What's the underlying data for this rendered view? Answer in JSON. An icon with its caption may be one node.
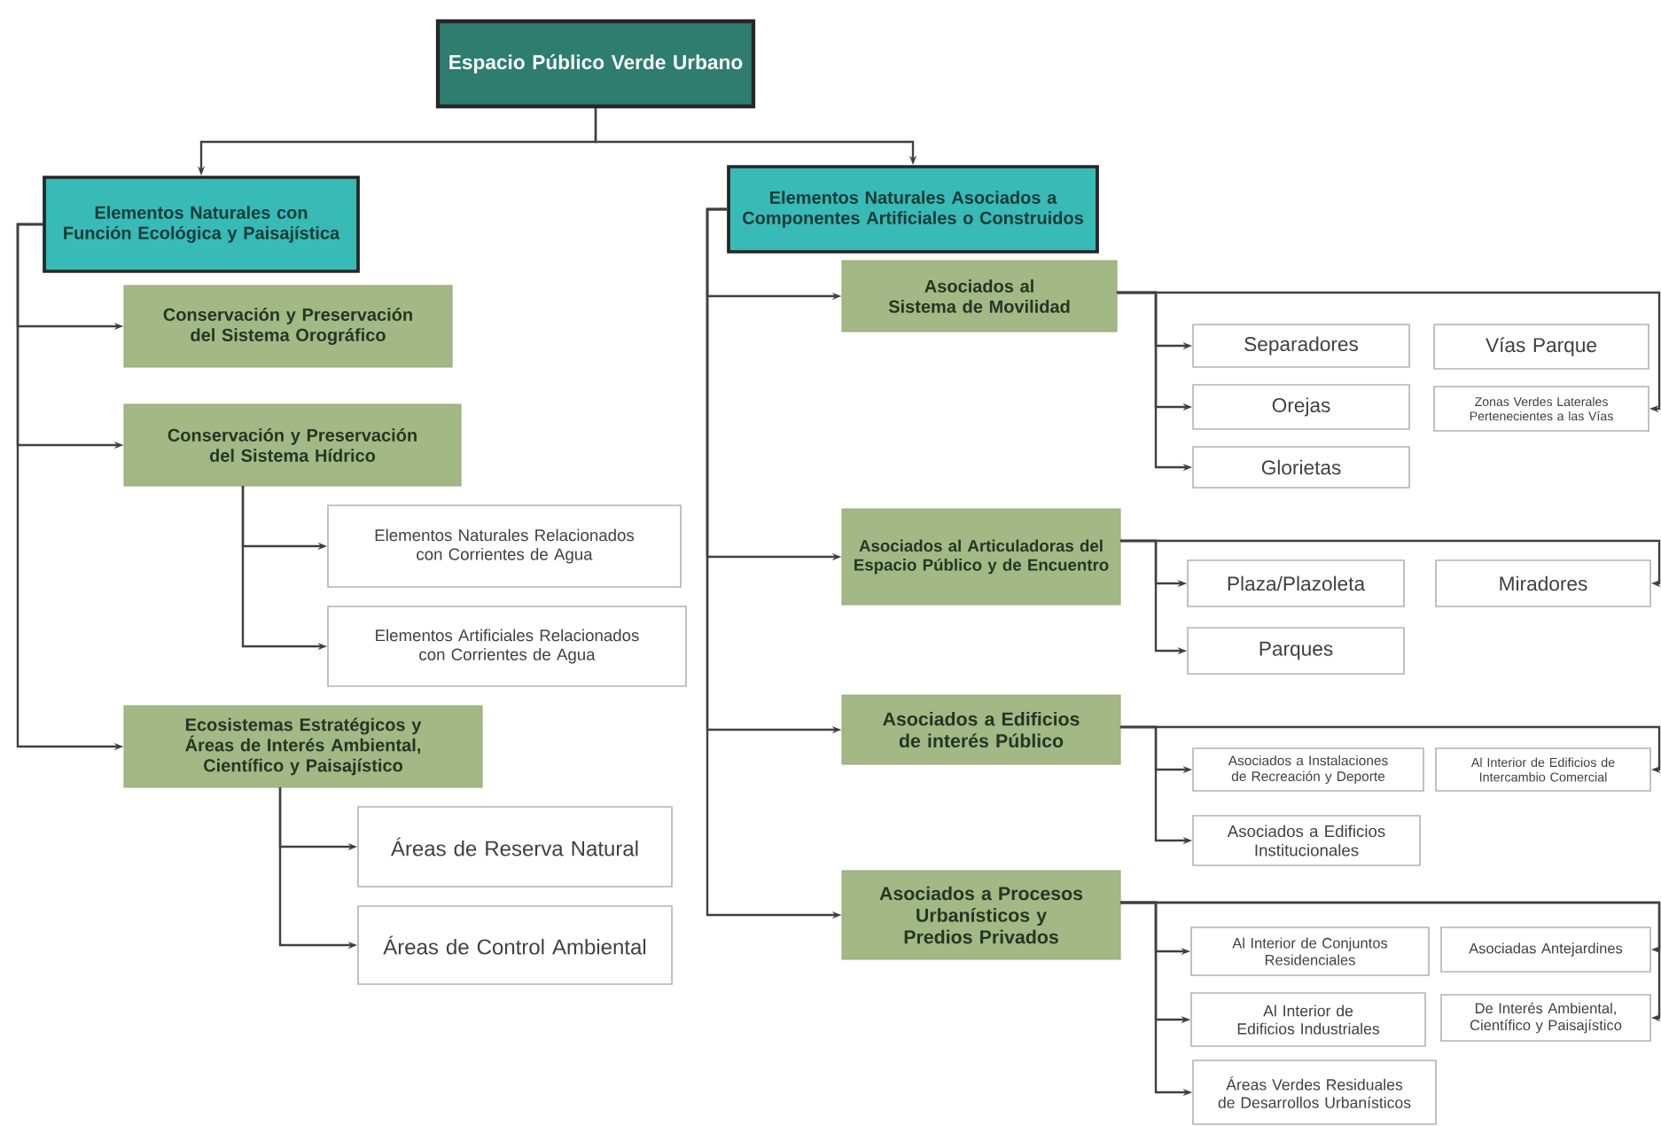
{
  "diagram": {
    "nodes": [
      {
        "text": [
          "Espacio Público Verde Urbano"
        ]
      },
      {
        "text": [
          "Elementos Naturales con Función Ecológica y Paisajística"
        ]
      },
      {
        "text": [
          "Elementos Naturales Asociados a Componentes Artificiales o Construidos"
        ]
      },
      {
        "text": [
          "Conservación y Preservación del Sistema Orográfico"
        ]
      },
      {
        "text": [
          "Conservación y Preservación del Sistema Hídrico"
        ]
      },
      {
        "text": [
          "Elementos Naturales Relacionados con Corrientes de Agua"
        ]
      },
      {
        "text": [
          "Elementos Artificiales Relacionados con Corrientes de Agua"
        ]
      },
      {
        "text": [
          "Ecosistemas Estratégicos y Áreas de Interés Ambiental, Científico y Paisajístico"
        ]
      },
      {
        "text": [
          "Áreas de Reserva Natural"
        ]
      },
      {
        "text": [
          "Áreas de Control Ambiental"
        ]
      },
      {
        "text": [
          "Asociados al Sistema de Movilidad"
        ]
      },
      {
        "text": [
          "Separadores"
        ]
      },
      {
        "text": [
          "Vías Parque"
        ]
      },
      {
        "text": [
          "Orejas"
        ]
      },
      {
        "text": [
          "Zonas Verdes Laterales Pertenecientes a las Vías"
        ]
      },
      {
        "text": [
          "Glorietas"
        ]
      },
      {
        "text": [
          "Asociados al Articuladoras del Espacio Público y de Encuentro"
        ]
      },
      {
        "text": [
          "Plaza/Plazoleta"
        ]
      },
      {
        "text": [
          "Miradores"
        ]
      },
      {
        "text": [
          "Parques"
        ]
      },
      {
        "text": [
          "Asociados a Edificios de interés Público"
        ]
      },
      {
        "text": [
          "Asociados a Instalaciones de Recreación y Deporte"
        ]
      },
      {
        "text": [
          "Al Interior de Edificios de Intercambio Comercial"
        ]
      },
      {
        "text": [
          "Asociados a Edificios Institucionales"
        ]
      },
      {
        "text": [
          "Asociados a Procesos Urbanísticos y Predios Privados"
        ]
      },
      {
        "text": [
          "Al Interior de Conjuntos Residenciales"
        ]
      },
      {
        "text": [
          "Asociadas Antejardines"
        ]
      },
      {
        "text": [
          "Al Interior de Edificios Industriales"
        ]
      },
      {
        "text": [
          "De Interés Ambiental, Científico y Paisajístico"
        ]
      },
      {
        "text": [
          "Áreas Verdes Residuales de Desarrollos Urbanísticos"
        ]
      }
    ],
    "edges": [
      {
        "from": 0,
        "to": 1,
        "arrow": "to"
      },
      {
        "from": 0,
        "to": 2,
        "arrow": "to"
      },
      {
        "from": 1,
        "to": 3,
        "arrow": "to"
      },
      {
        "from": 1,
        "to": 4,
        "arrow": "to"
      },
      {
        "from": 1,
        "to": 7,
        "arrow": "to"
      },
      {
        "from": 4,
        "to": 5,
        "arrow": "to"
      },
      {
        "from": 4,
        "to": 6,
        "arrow": "to"
      },
      {
        "from": 7,
        "to": 8,
        "arrow": "to"
      },
      {
        "from": 7,
        "to": 9,
        "arrow": "to"
      },
      {
        "from": 2,
        "to": 10,
        "arrow": "to"
      },
      {
        "from": 2,
        "to": 16,
        "arrow": "to"
      },
      {
        "from": 2,
        "to": 20,
        "arrow": "to"
      },
      {
        "from": 2,
        "to": 24,
        "arrow": "to"
      },
      {
        "from": 10,
        "to": 11,
        "arrow": "to"
      },
      {
        "from": 10,
        "to": 13,
        "arrow": "to"
      },
      {
        "from": 10,
        "to": 15,
        "arrow": "to"
      },
      {
        "from": 10,
        "to": 14,
        "arrow": "to"
      },
      {
        "from": 16,
        "to": 17,
        "arrow": "to"
      },
      {
        "from": 16,
        "to": 19,
        "arrow": "to"
      },
      {
        "from": 16,
        "to": 18,
        "arrow": "to"
      },
      {
        "from": 20,
        "to": 21,
        "arrow": "to"
      },
      {
        "from": 20,
        "to": 23,
        "arrow": "to"
      },
      {
        "from": 20,
        "to": 22,
        "arrow": "to"
      },
      {
        "from": 24,
        "to": 25,
        "arrow": "to"
      },
      {
        "from": 24,
        "to": 27,
        "arrow": "to"
      },
      {
        "from": 24,
        "to": 29,
        "arrow": "to"
      },
      {
        "from": 24,
        "to": 26,
        "arrow": "to"
      },
      {
        "from": 24,
        "to": 28,
        "arrow": "to"
      }
    ]
  }
}
